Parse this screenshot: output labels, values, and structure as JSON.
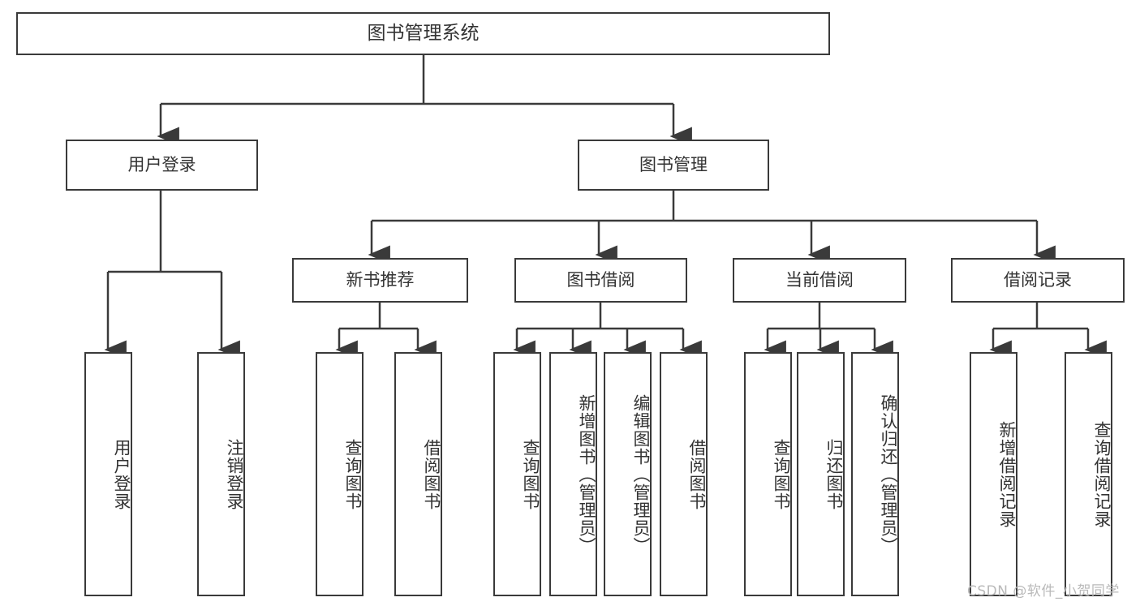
{
  "diagram": {
    "type": "tree-hierarchy-chart",
    "title": "图书管理系统",
    "line_color": "#3a3a3a",
    "text_color": "#333333",
    "background_color": "#ffffff",
    "root": {
      "id": "root",
      "label": "图书管理系统"
    },
    "level1": [
      {
        "id": "user-login",
        "label": "用户登录"
      },
      {
        "id": "book-manage",
        "label": "图书管理"
      }
    ],
    "level2": [
      {
        "id": "new-book-recommend",
        "label": "新书推荐"
      },
      {
        "id": "book-borrow",
        "label": "图书借阅"
      },
      {
        "id": "current-borrow",
        "label": "当前借阅"
      },
      {
        "id": "borrow-record",
        "label": "借阅记录"
      }
    ],
    "leaves": {
      "user_login": [
        {
          "id": "leaf-user-login",
          "label": "用户登录"
        },
        {
          "id": "leaf-logout-login",
          "label": "注销登录"
        }
      ],
      "new_book_recommend": [
        {
          "id": "leaf-query-book-1",
          "label": "查询图书"
        },
        {
          "id": "leaf-borrow-book-1",
          "label": "借阅图书"
        }
      ],
      "book_borrow": [
        {
          "id": "leaf-query-book-2",
          "label": "查询图书"
        },
        {
          "id": "leaf-add-book",
          "label": "新增图书（管理员）"
        },
        {
          "id": "leaf-edit-book",
          "label": "编辑图书（管理员）"
        },
        {
          "id": "leaf-borrow-book-2",
          "label": "借阅图书"
        }
      ],
      "current_borrow": [
        {
          "id": "leaf-query-book-3",
          "label": "查询图书"
        },
        {
          "id": "leaf-return-book",
          "label": "归还图书"
        },
        {
          "id": "leaf-confirm-return",
          "label": "确认归还（管理员）"
        }
      ],
      "borrow_record": [
        {
          "id": "leaf-add-record",
          "label": "新增借阅记录"
        },
        {
          "id": "leaf-query-record",
          "label": "查询借阅记录"
        }
      ]
    }
  },
  "watermark": {
    "text": "CSDN @软件_小贺同学"
  }
}
